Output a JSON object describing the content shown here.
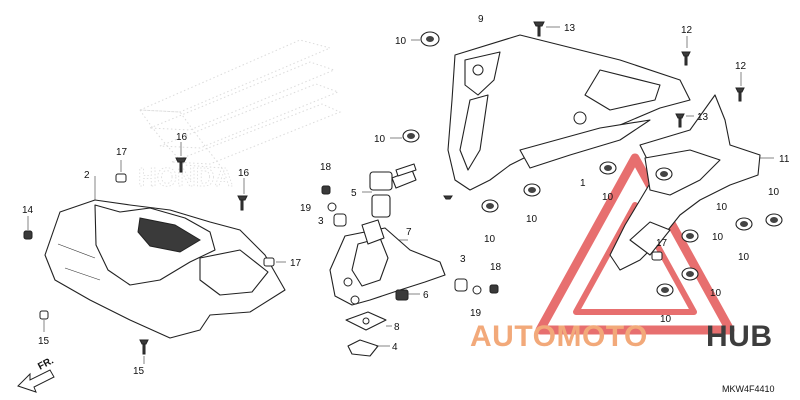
{
  "background_logo": {
    "text": "HONDA"
  },
  "labels": {
    "l2": "2",
    "l3a": "3",
    "l3b": "3",
    "l4": "4",
    "l5": "5",
    "l6": "6",
    "l7": "7",
    "l8": "8",
    "l9": "9",
    "l11": "11",
    "l10a": "10",
    "l10b": "10",
    "l10c": "10",
    "l10d": "10",
    "l10e": "10",
    "l10f": "10",
    "l10g": "10",
    "l10h": "10",
    "l10i": "10",
    "l10j": "10",
    "l10k": "10",
    "l12a": "12",
    "l12b": "12",
    "l13a": "13",
    "l13b": "13",
    "l14": "14",
    "l15a": "15",
    "l15b": "15",
    "l16a": "16",
    "l16b": "16",
    "l17a": "17",
    "l17b": "17",
    "l17c": "17",
    "l18a": "18",
    "l18b": "18",
    "l19a": "19",
    "l19b": "19",
    "l1": "1"
  },
  "direction": {
    "text": "FR."
  },
  "watermark": {
    "part1": "AUTOMOTO",
    "part2": "HUB",
    "color1": "#f2a97a",
    "color2": "#3d3d3d",
    "triangle_color": "#e04040"
  },
  "diagram_code": "MKW4F4410"
}
